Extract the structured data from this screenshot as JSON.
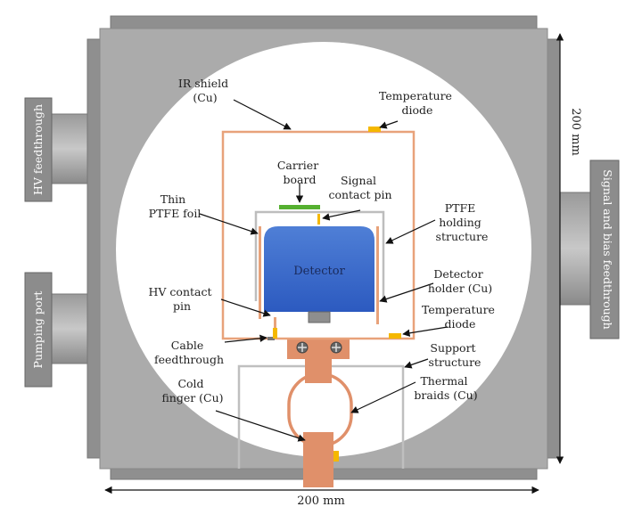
{
  "colors": {
    "chamber": "#a8a8a8",
    "flange": "#8f8f8f",
    "port": "#8a8a8a",
    "copper": "#e8a27a",
    "copper_dark": "#d9895a",
    "ptfe": "#bdbdbd",
    "detector_top": "#4f7fd6",
    "detector_bottom": "#2c5ac0",
    "board": "#55b030",
    "diode": "#f5b800",
    "arrow": "#111111"
  },
  "ports": {
    "hv": "HV feedthrough",
    "pumping": "Pumping port",
    "signal": "Signal and bias feedthrough"
  },
  "detector": {
    "label": "Detector"
  },
  "dimensions": {
    "width": "200 mm",
    "height": "200 mm"
  },
  "labels": {
    "ir_shield": [
      "IR shield",
      "(Cu)"
    ],
    "temp_diode_top": [
      "Temperature",
      "diode"
    ],
    "carrier_board": [
      "Carrier",
      "board"
    ],
    "signal_pin": [
      "Signal",
      "contact pin"
    ],
    "ptfe_foil": [
      "Thin",
      "PTFE foil"
    ],
    "ptfe_holding": [
      "PTFE",
      "holding",
      "structure"
    ],
    "detector_holder": [
      "Detector",
      "holder (Cu)"
    ],
    "hv_pin": [
      "HV contact",
      "pin"
    ],
    "temp_diode_bottom": [
      "Temperature",
      "diode"
    ],
    "cable_feedthrough": [
      "Cable",
      "feedthrough"
    ],
    "support_structure": [
      "Support",
      "structure"
    ],
    "cold_finger": [
      "Cold",
      "finger (Cu)"
    ],
    "thermal_braids": [
      "Thermal",
      "braids (Cu)"
    ]
  }
}
